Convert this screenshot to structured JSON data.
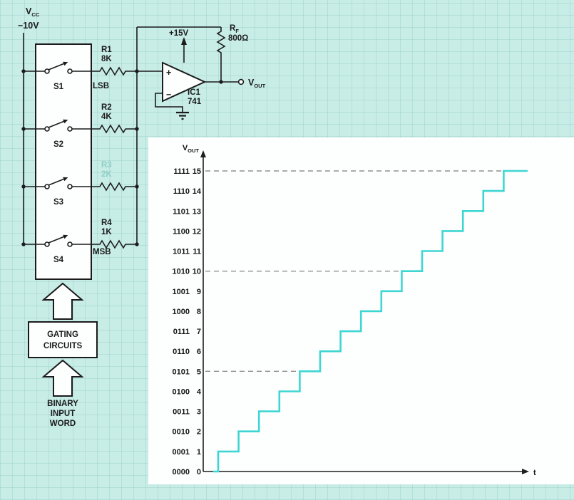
{
  "colors": {
    "background": "#c8ece6",
    "panel": "#fdfefe",
    "ink": "#1b1b1b",
    "trace": "#3ed6d2",
    "dashed_line": "#8f8f8f",
    "faded_label": "#8ecfc6"
  },
  "circuit": {
    "supply": {
      "base": "V",
      "sub": "CC",
      "value": "−10V"
    },
    "switch_rows": [
      {
        "switch": "S1",
        "res_name": "R1",
        "res_value": "8K",
        "side_label": "LSB",
        "faded": false
      },
      {
        "switch": "S2",
        "res_name": "R2",
        "res_value": "4K",
        "side_label": "",
        "faded": false
      },
      {
        "switch": "S3",
        "res_name": "R3",
        "res_value": "2K",
        "side_label": "",
        "faded": true
      },
      {
        "switch": "S4",
        "res_name": "R4",
        "res_value": "1K",
        "side_label": "MSB",
        "faded": false
      }
    ],
    "opamp": {
      "plus_sign": "+",
      "minus_sign": "−",
      "name": "IC1",
      "part": "741",
      "supply_label": "+15V",
      "feedback_res": {
        "base": "R",
        "sub": "F",
        "value": "800Ω"
      },
      "output_label": {
        "base": "V",
        "sub": "OUT"
      }
    },
    "gating_line1": "GATING",
    "gating_line2": "CIRCUITS",
    "input_word_lines": [
      "BINARY",
      "INPUT",
      "WORD"
    ]
  },
  "chart_data": {
    "type": "line",
    "subtype": "staircase",
    "y_axis_title": {
      "base": "V",
      "sub": "OUT"
    },
    "x_axis_label": "t",
    "levels": [
      {
        "binary": "0000",
        "decimal": 0
      },
      {
        "binary": "0001",
        "decimal": 1
      },
      {
        "binary": "0010",
        "decimal": 2
      },
      {
        "binary": "0011",
        "decimal": 3
      },
      {
        "binary": "0100",
        "decimal": 4
      },
      {
        "binary": "0101",
        "decimal": 5
      },
      {
        "binary": "0110",
        "decimal": 6
      },
      {
        "binary": "0111",
        "decimal": 7
      },
      {
        "binary": "1000",
        "decimal": 8
      },
      {
        "binary": "1001",
        "decimal": 9
      },
      {
        "binary": "1010",
        "decimal": 10
      },
      {
        "binary": "1011",
        "decimal": 11
      },
      {
        "binary": "1100",
        "decimal": 12
      },
      {
        "binary": "1101",
        "decimal": 13
      },
      {
        "binary": "1110",
        "decimal": 14
      },
      {
        "binary": "1111",
        "decimal": 15
      }
    ],
    "step_sequence": [
      0,
      1,
      2,
      3,
      4,
      5,
      6,
      7,
      8,
      9,
      10,
      11,
      12,
      13,
      14,
      15
    ],
    "dashed_levels": [
      5,
      10,
      15
    ],
    "y_range": [
      0,
      15
    ],
    "grid": false,
    "trace_color": "#3ed6d2"
  }
}
